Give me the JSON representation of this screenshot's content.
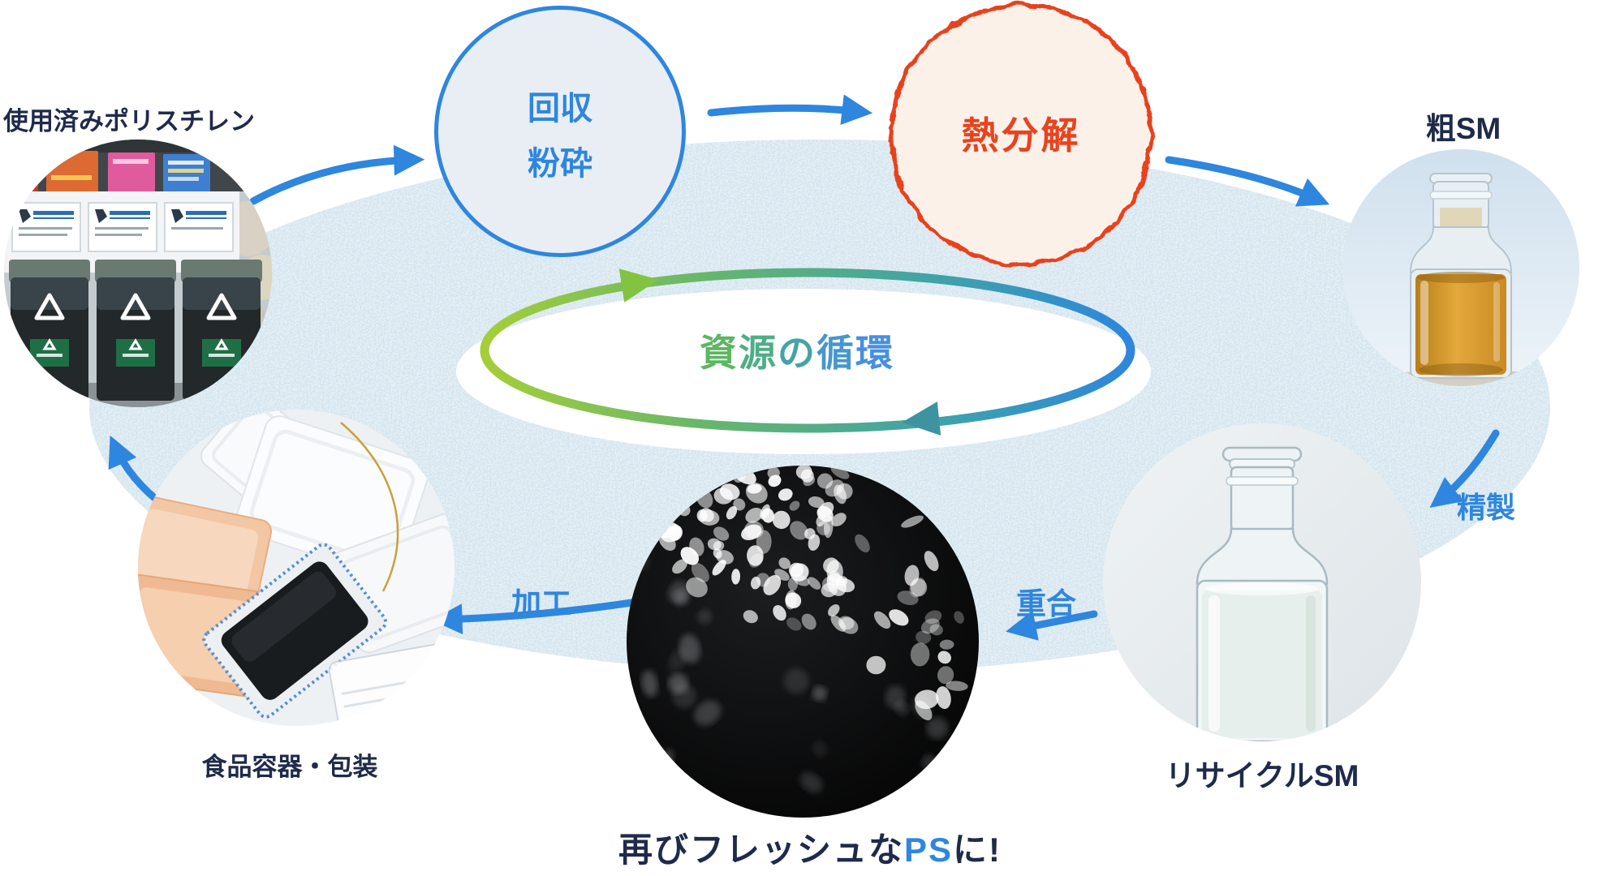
{
  "labels": {
    "used_ps": "使用済みポリスチレン",
    "collect_line1": "回収",
    "collect_line2": "粉砕",
    "pyrolysis": "熱分解",
    "crude_sm": "粗SM",
    "refine": "精製",
    "recycle_sm": "リサイクルSM",
    "polymerize": "重合",
    "process": "加工",
    "food_containers": "食品容器・包装",
    "cycle_center": "資源の循環",
    "fresh_prefix": "再びフレッシュな",
    "fresh_ps": "PS",
    "fresh_suffix": "に!"
  },
  "colors": {
    "navy": "#1F2A4B",
    "blue": "#2E86DE",
    "red": "#E8431F",
    "red_circle_fill": "#FBF1E9",
    "blue_circle_fill": "#E9EEF5",
    "bg_ellipse": "#D5E5EF",
    "green_arrowhead": "#82C341",
    "teal_arrowhead": "#3E93A0",
    "ring_gradient": [
      "#A4CE39",
      "#66B56D",
      "#3FA3A8",
      "#2E86DE"
    ],
    "cycle_text_gradient": [
      "#5CB662",
      "#4FAE85",
      "#45A3A8",
      "#4697CB",
      "#478FE0"
    ]
  },
  "photos": {
    "collection_boxes": "used-polystyrene-tray-collection-boxes-photo",
    "food_trays": "food-container-trays-photo",
    "crude_sm_bottle": "amber-liquid-bottle-photo",
    "recycled_sm_bottle": "clear-liquid-bottle-photo",
    "ps_pellets": "polystyrene-pellets-photo"
  }
}
